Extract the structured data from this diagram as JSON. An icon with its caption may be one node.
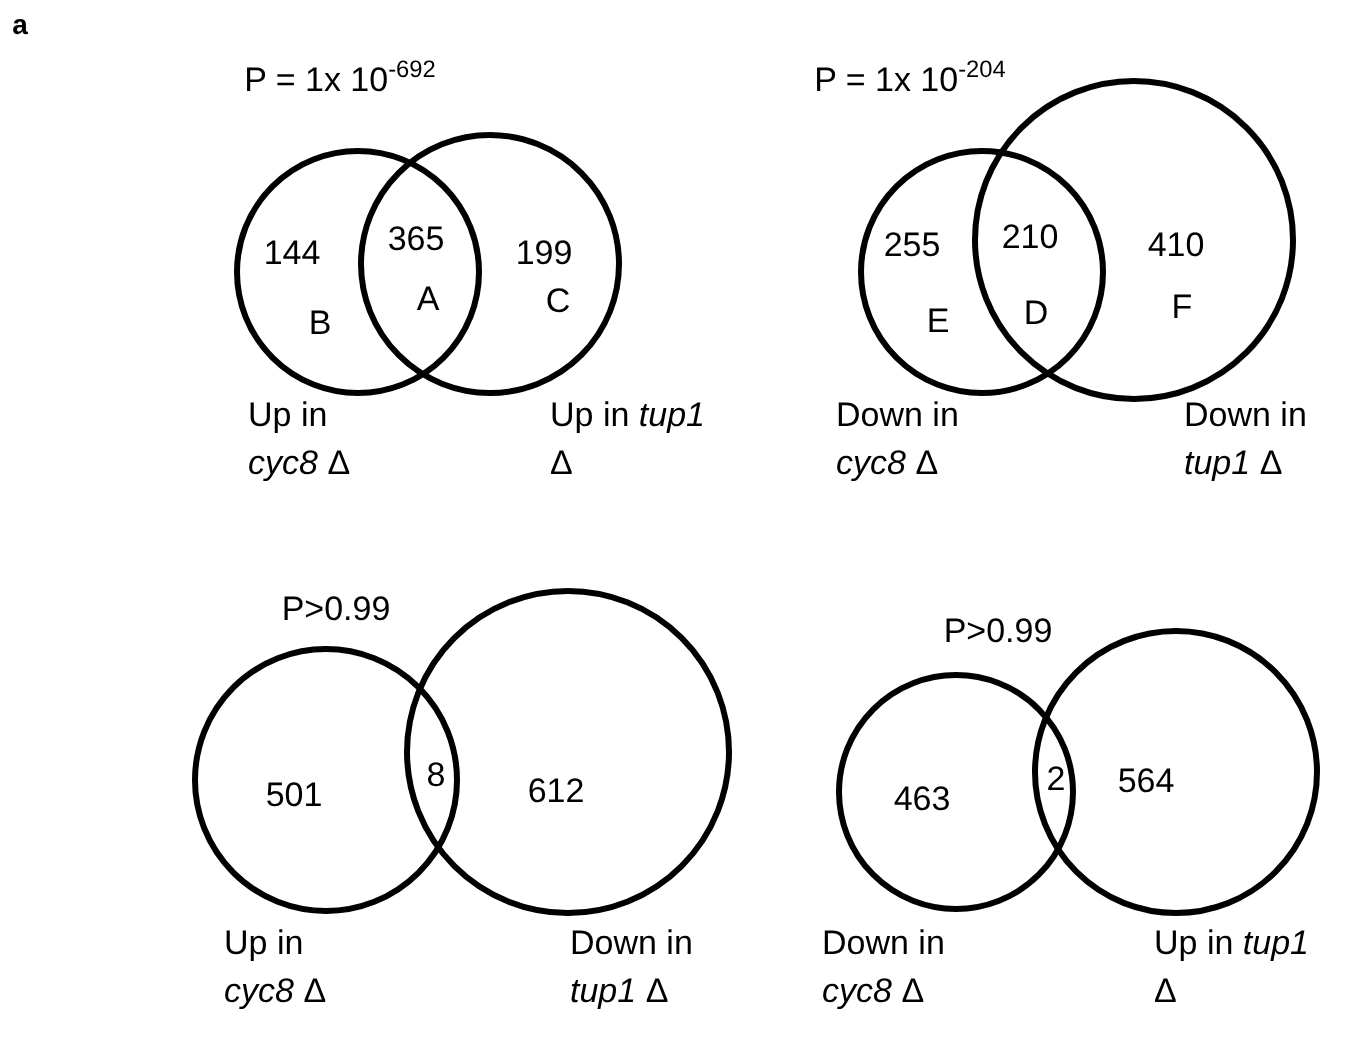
{
  "diagram": {
    "nodes": [
      {
        "text": [
          "144",
          "B"
        ],
        "beside": [
          "Up in *cyc8* Δ"
        ]
      },
      {
        "text": [
          "199",
          "C"
        ],
        "beside": [
          "Up in *tup1* Δ"
        ]
      },
      {
        "text": [
          "255",
          "E"
        ],
        "beside": [
          "Down in *cyc8* Δ"
        ]
      },
      {
        "text": [
          "410",
          "F"
        ],
        "beside": [
          "Down in *tup1* Δ"
        ]
      },
      {
        "text": [
          "501"
        ],
        "beside": [
          "Up in *cyc8* Δ"
        ]
      },
      {
        "text": [
          "612"
        ],
        "beside": [
          "Down in *tup1* Δ"
        ]
      },
      {
        "text": [
          "463"
        ],
        "beside": [
          "Down in *cyc8* Δ"
        ]
      },
      {
        "text": [
          "564"
        ],
        "beside": [
          "Up in *tup1* Δ"
        ]
      }
    ],
    "edges": [],
    "labels": [
      "a",
      "P = 1x 10$^{-692}$",
      "365",
      "A",
      "P = 1x 10$^{-204}$",
      "210",
      "D",
      "P>0.99",
      "8",
      "P>0.99",
      "2"
    ]
  }
}
